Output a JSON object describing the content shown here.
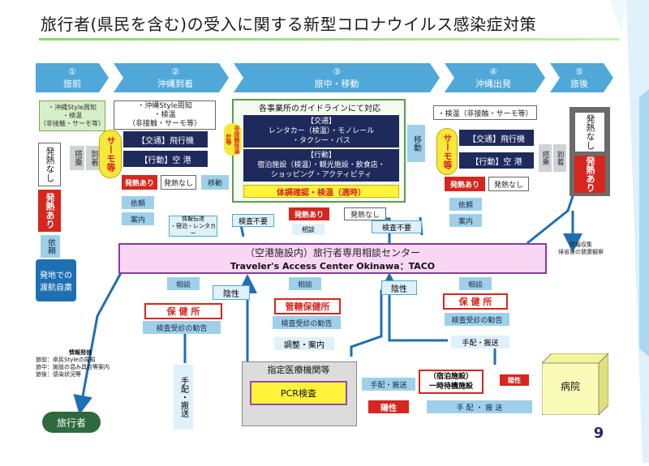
{
  "title": "旅行者(県民を含む)の受入に関する新型コロナウイルス感染症対策",
  "page_number": "9",
  "steps": [
    {
      "num": "①",
      "label": "旅前"
    },
    {
      "num": "②",
      "label": "沖縄到着"
    },
    {
      "num": "③",
      "label": "旅中・移動"
    },
    {
      "num": "④",
      "label": "沖縄出発"
    },
    {
      "num": "⑤",
      "label": "旅後"
    }
  ],
  "pre_box": {
    "lines": [
      "・沖縄Style周知",
      "・検温",
      "（非接触・サーモ等）"
    ]
  },
  "pre_fever_none": "発熱なし",
  "pre_board": "搭乗",
  "pre_arrive": "到着",
  "pre_fever": "発熱あり",
  "pre_request": "依頼",
  "pre_refrain": "発地での渡航自粛",
  "arrival_box": {
    "lines": [
      "・沖縄Style周知",
      "・検温",
      "（非接触・サーモ等）"
    ]
  },
  "thermo1": "サーモ等",
  "arrival_transport": "【交通】飛行機",
  "arrival_action": "【行動】空 港",
  "arrival_fever": "発熱あり",
  "arrival_nofever": "発熱なし",
  "arrival_move": "移動",
  "arrival_request": "依頼",
  "arrival_guide": "案内",
  "info_share": {
    "lines": [
      "情報伝達",
      "・宿泊・レンタカー"
    ]
  },
  "travel_header": "各事業所のガイドラインにて対応",
  "noncontact": "非接触体温計等",
  "travel_transport": {
    "lines": [
      "【交通】",
      "レンタカー（検温）・モノレール",
      "・タクシー・バス"
    ]
  },
  "travel_action": {
    "lines": [
      "【行動】",
      "宿泊施設（検温）・観光施設・飲食店・",
      "ショッピング・アクティビティ"
    ]
  },
  "health_check": "体調確認・検温（適時）",
  "travel_move": "移動",
  "exam_unneeded_1": "検査不要",
  "travel_fever": "発熱あり",
  "travel_nofever": "発熱なし",
  "consult": "相談",
  "exam_unneeded_2": "検査不要",
  "depart_box": "・検温（非接触・サーモ等）",
  "thermo2": "サーモ等",
  "depart_transport": "【交通】飛行機",
  "depart_action": "【行動】空 港",
  "depart_fever": "発熱あり",
  "depart_nofever": "発熱なし",
  "depart_request": "依頼",
  "depart_guide": "案内",
  "depart_board": "搭乗",
  "depart_arrive": "到着",
  "post_nofever": "発熱なし",
  "post_fever": "発熱あり",
  "info_collect": {
    "lines": [
      "情報収集",
      "帰省後の健康観察"
    ]
  },
  "center": {
    "line1": "（空港施設内）旅行者専用相談センター",
    "line2": "Traveler's Access Center Okinawa：TACO"
  },
  "consult_1": "相談",
  "consult_2": "相談",
  "consult_3": "相談",
  "positive_1": "陰性",
  "positive_2": "陰性",
  "health_center_1": "保 健 所",
  "health_center_2": "管轄保健所",
  "health_center_3": "保 健 所",
  "recommend_1": "検査受診の勧告",
  "recommend_2": "検査受診の勧告",
  "recommend_3": "検査受診の勧告",
  "adjust": "調整・案内",
  "arrange_move_v": "手配・搬送",
  "arrange_move_h": "手配・搬送",
  "designated_hospital": "指定医療機関等",
  "pcr": "PCR検査",
  "arrange_move_2": "手配・搬送",
  "facility": {
    "lines": [
      "（宿泊施設）",
      "一時待機施設"
    ]
  },
  "positive_red": "陽性",
  "positive_small": "陽性",
  "hospital": "病院",
  "arrange_move_3": "手 配 ・ 搬 送",
  "info_send": {
    "lines": [
      "情報発信",
      "旅前：県民Styleの周知",
      "旅中：施設の混み具合等案内",
      "旅後：感染状況等"
    ]
  },
  "traveler": "旅行者",
  "colors": {
    "navy": "#1f2a5c",
    "red": "#d7261e",
    "pink": "#f9d7f4",
    "blue": "#1f6fb3",
    "arrow": "#4fa8d8"
  }
}
